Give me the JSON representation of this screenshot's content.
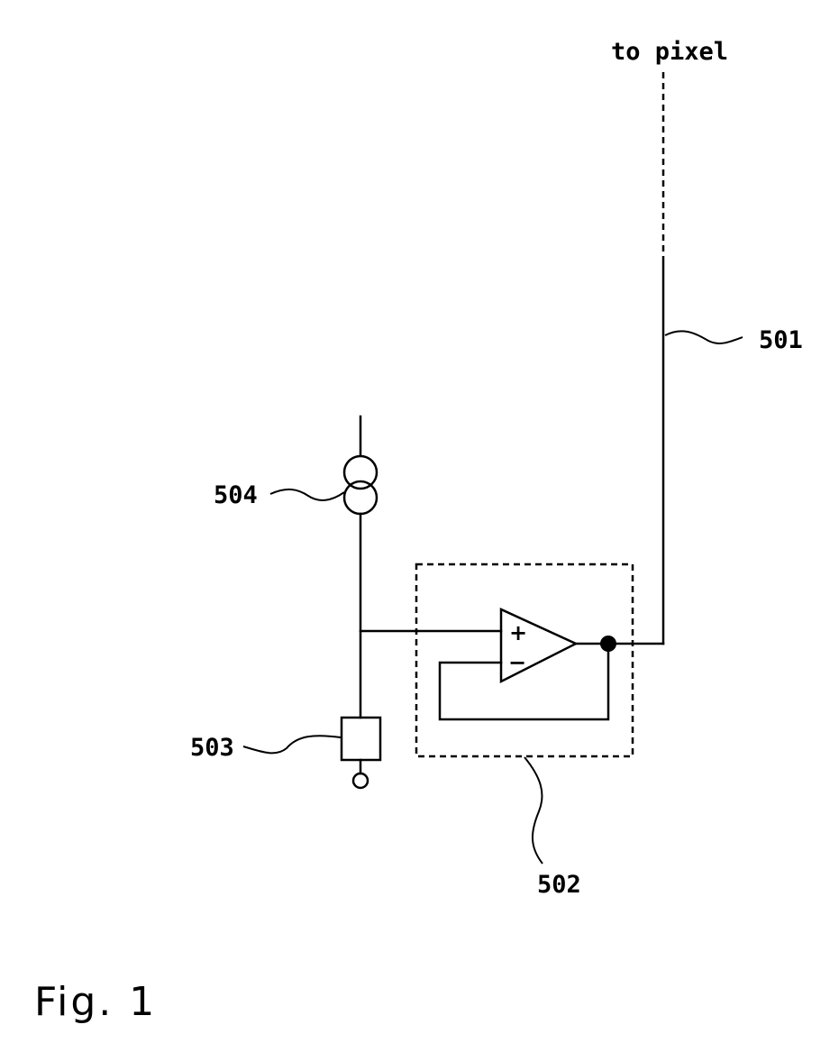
{
  "labels": {
    "to_pixel": "to pixel",
    "signal_line": "501",
    "buffer_amp": "502",
    "switch": "503",
    "current_source": "504"
  },
  "opamp": {
    "plus": "+",
    "minus": "−"
  },
  "caption": "Fig. 1"
}
